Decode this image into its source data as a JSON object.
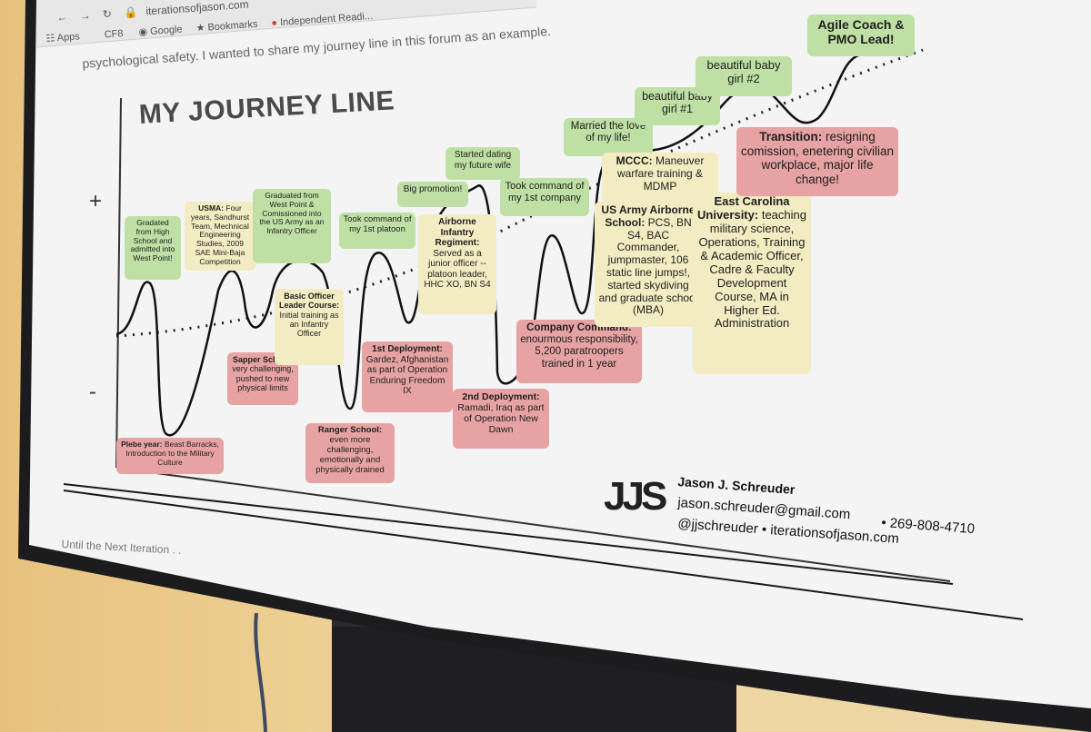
{
  "browser": {
    "url": "iterationsofjason.com",
    "bookmarks": [
      "Apps",
      "CF8",
      "Google",
      "Bookmarks",
      "Independent Readi..."
    ]
  },
  "post": {
    "intro_text": "psychological safety. I wanted to share my journey line in this forum as an example.",
    "footer_text": "Until the Next Iteration . ."
  },
  "chart": {
    "title": "MY JOURNEY LINE",
    "plus_label": "+",
    "minus_label": "-"
  },
  "events": [
    {
      "text": "Gradated from High School and admitted into West Point!",
      "color": "green"
    },
    {
      "title": "USMA:",
      "text": "Four years, Sandhurst Team, Mechnical Engineering Studies, 2009 SAE Mini-Baja Competition",
      "color": "yellow"
    },
    {
      "title": "Plebe year:",
      "text": "Beast Barracks, Introduction to the Military Culture",
      "color": "red"
    },
    {
      "title": "Sapper School:",
      "text": "very challenging, pushed to new physical limits",
      "color": "red"
    },
    {
      "text": "Graduated from West Point & Comissioned into the US Army as an Infantry Officer",
      "color": "green"
    },
    {
      "title": "Basic Officer Leader Course:",
      "text": "Initial training as an Infantry Officer",
      "color": "yellow"
    },
    {
      "title": "Ranger School:",
      "text": "even more challenging, emotionally and physically drained",
      "color": "red"
    },
    {
      "text": "Took command of my 1st platoon",
      "color": "green"
    },
    {
      "title": "1st Deployment:",
      "text": "Gardez, Afghanistan as part of Operation Enduring Freedom IX",
      "color": "red"
    },
    {
      "text": "Big promotion!",
      "color": "green"
    },
    {
      "title": "Airborne Infantry Regiment:",
      "text": "Served as a junior officer -- platoon leader, HHC XO, BN S4",
      "color": "yellow"
    },
    {
      "text": "Started dating my future wife",
      "color": "green"
    },
    {
      "title": "2nd Deployment:",
      "text": "Ramadi, Iraq as part of Operation New Dawn",
      "color": "red"
    },
    {
      "text": "Took command of my 1st company",
      "color": "green"
    },
    {
      "title": "Company Command:",
      "text": "enourmous responsibility, 5,200 paratroopers trained in 1 year",
      "color": "red"
    },
    {
      "text": "Married the love of my life!",
      "color": "green"
    },
    {
      "title": "MCCC:",
      "text": "Maneuver warfare training & MDMP",
      "color": "yellow"
    },
    {
      "title": "US Army Airborne School:",
      "text": "PCS, BN S4, BAC Commander, jumpmaster, 106 static line jumps!, started skydiving and graduate school (MBA)",
      "color": "yellow"
    },
    {
      "text": "beautiful baby girl #1",
      "color": "green"
    },
    {
      "text": "beautiful baby girl #2",
      "color": "green"
    },
    {
      "title": "East Carolina University:",
      "text": "teaching military science, Operations, Training & Academic Officer, Cadre & Faculty Development Course, MA in Higher Ed. Administration",
      "color": "yellow"
    },
    {
      "title": "Transition:",
      "text": "resigning comission, enetering civilian workplace, major life change!",
      "color": "red"
    },
    {
      "text": "Agile Coach & PMO Lead!",
      "color": "green"
    }
  ],
  "contact": {
    "logo_text": "JJS",
    "name": "Jason J. Schreuder",
    "email": "jason.schreuder@gmail.com",
    "phone": "• 269-808-4710",
    "social": "@jjschreuder • iterationsofjason.com"
  },
  "colors": {
    "green": "#bfe0a4",
    "yellow": "#f3ecc2",
    "red": "#e7a3a3",
    "bezel": "#1c1c1e",
    "screen": "#f4f4f4"
  }
}
